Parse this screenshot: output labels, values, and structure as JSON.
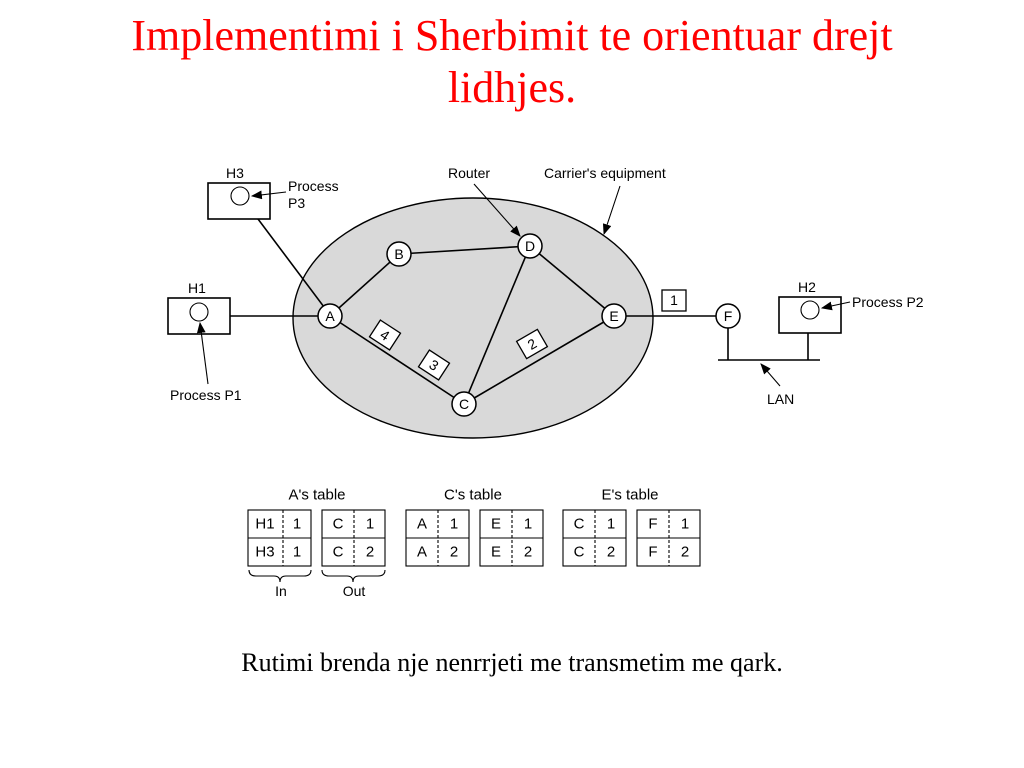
{
  "slide": {
    "title_line1": "Implementimi i Sherbimit te orientuar drejt",
    "title_line2": "lidhjes.",
    "caption": "Rutimi brenda nje nenrrjeti me transmetim me qark."
  },
  "colors": {
    "title": "#ff0000",
    "cloud": "#d9d9d9"
  },
  "diagram": {
    "labels": {
      "h3": "H3",
      "h1": "H1",
      "h2": "H2",
      "process_p3_line1": "Process",
      "process_p3_line2": "P3",
      "process_p1": "Process P1",
      "process_p2": "Process P2",
      "router": "Router",
      "carrier": "Carrier's equipment",
      "lan": "LAN"
    },
    "nodes": [
      "A",
      "B",
      "C",
      "D",
      "E",
      "F"
    ],
    "packets": [
      "1",
      "2",
      "3",
      "4"
    ]
  },
  "tables": [
    {
      "title": "A's table",
      "in": [
        [
          "H1",
          "1"
        ],
        [
          "H3",
          "1"
        ]
      ],
      "out": [
        [
          "C",
          "1"
        ],
        [
          "C",
          "2"
        ]
      ]
    },
    {
      "title": "C's table",
      "in": [
        [
          "A",
          "1"
        ],
        [
          "A",
          "2"
        ]
      ],
      "out": [
        [
          "E",
          "1"
        ],
        [
          "E",
          "2"
        ]
      ]
    },
    {
      "title": "E's table",
      "in": [
        [
          "C",
          "1"
        ],
        [
          "C",
          "2"
        ]
      ],
      "out": [
        [
          "F",
          "1"
        ],
        [
          "F",
          "2"
        ]
      ]
    }
  ],
  "table_legend": {
    "in": "In",
    "out": "Out"
  }
}
